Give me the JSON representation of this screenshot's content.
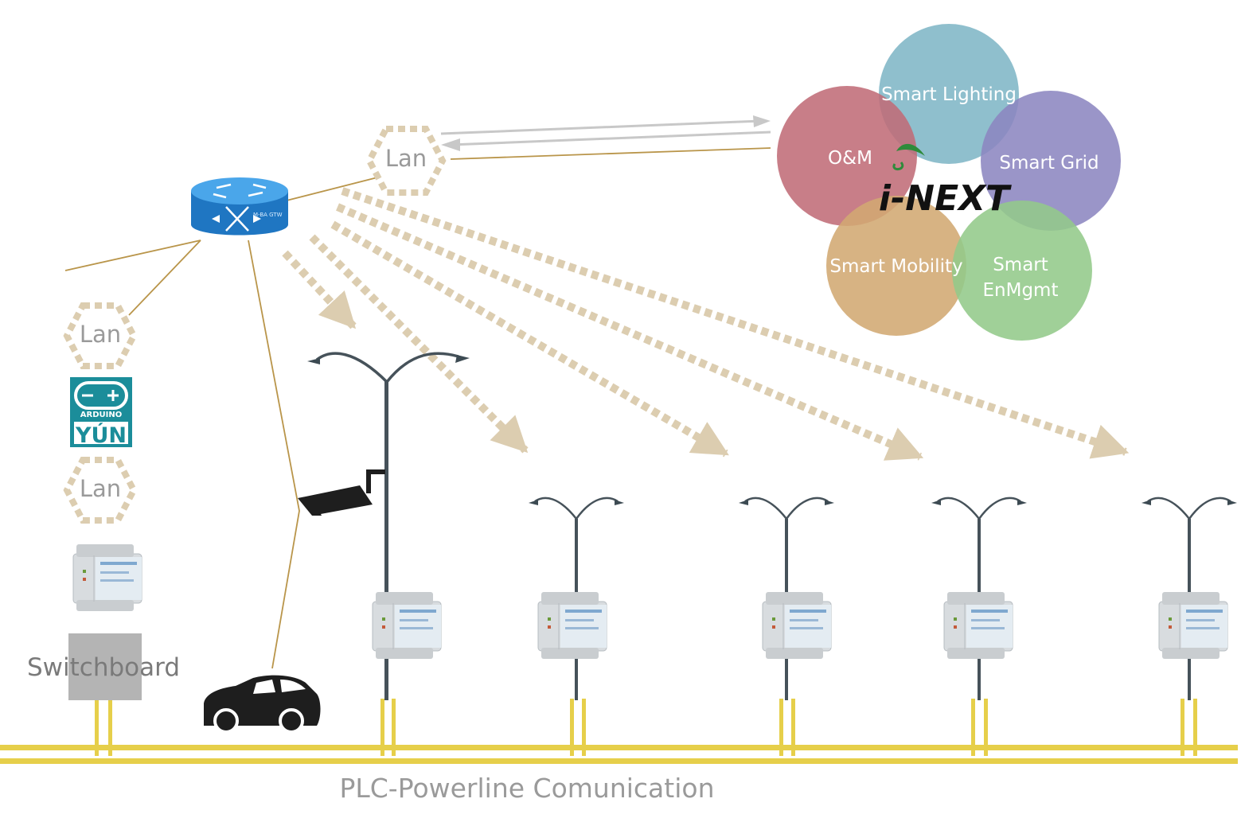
{
  "labels": {
    "lan_top": "Lan",
    "lan_left_upper": "Lan",
    "lan_left_lower": "Lan",
    "arduino_brand": "ARDUINO",
    "arduino_model": "YÚN",
    "router_text": "M-BA GTW",
    "switchboard": "Switchboard",
    "plc": "PLC-Powerline Comunication",
    "logo": "i-NEXT"
  },
  "petals": [
    {
      "label": "Smart Lighting",
      "color": "#7fb6c6"
    },
    {
      "label": "Smart Grid",
      "color": "#8c86c0"
    },
    {
      "label": "O&M",
      "color": "#c06c78"
    },
    {
      "label": "Smart Mobility",
      "color": "#d2a872"
    },
    {
      "label_line1": "Smart",
      "label_line2": "EnMgmt",
      "color": "#93c98a"
    }
  ],
  "colors": {
    "wire": "#b9954a",
    "dashed_arrow": "#dccdb0",
    "hex_outline": "#dccdb0",
    "powerline": "#e6cf4a",
    "link_arrows": "#c8c8c8",
    "router": "#2b89d6",
    "arduino": "#1b8d9a",
    "switchboard": "#b4b4b4",
    "text_gray": "#9a9a9a"
  },
  "icons": [
    "router-icon",
    "arduino-yun-logo",
    "plc-controller-icon",
    "street-lamp-icon",
    "security-camera-icon",
    "car-icon",
    "switchboard-box",
    "i-next-logo"
  ]
}
